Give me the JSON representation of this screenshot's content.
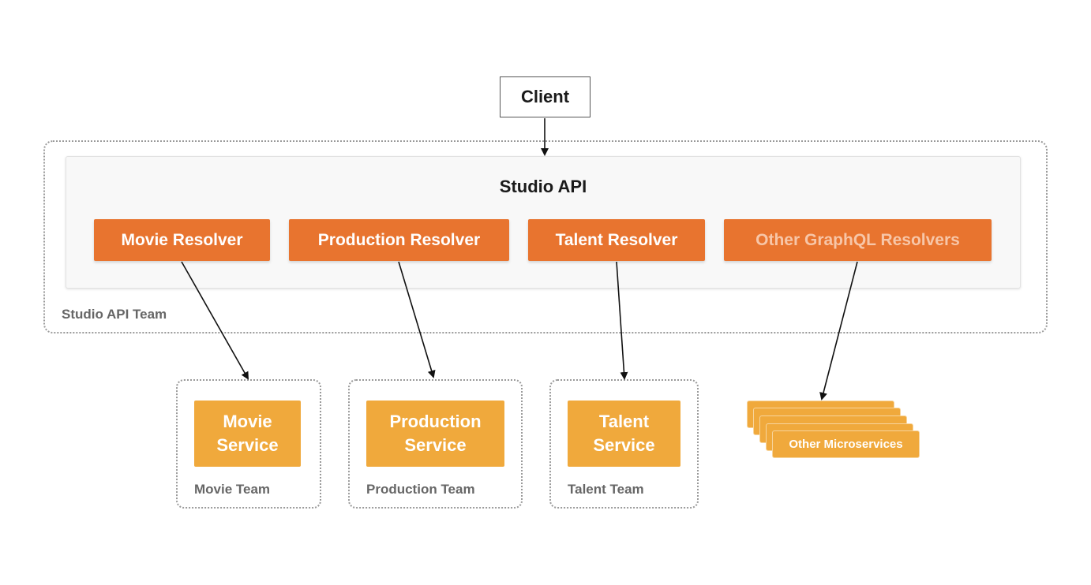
{
  "client": {
    "label": "Client"
  },
  "studio_api": {
    "title": "Studio API",
    "team_label": "Studio API Team",
    "resolvers": [
      {
        "label": "Movie Resolver"
      },
      {
        "label": "Production Resolver"
      },
      {
        "label": "Talent Resolver"
      },
      {
        "label": "Other GraphQL Resolvers"
      }
    ]
  },
  "services": [
    {
      "line1": "Movie",
      "line2": "Service",
      "team": "Movie Team"
    },
    {
      "line1": "Production",
      "line2": "Service",
      "team": "Production Team"
    },
    {
      "line1": "Talent",
      "line2": "Service",
      "team": "Talent Team"
    }
  ],
  "other_microservices": {
    "label": "Other Microservices"
  },
  "colors": {
    "resolver": "#e8742f",
    "service": "#f0a93c",
    "team_border": "#9a9a9a"
  }
}
